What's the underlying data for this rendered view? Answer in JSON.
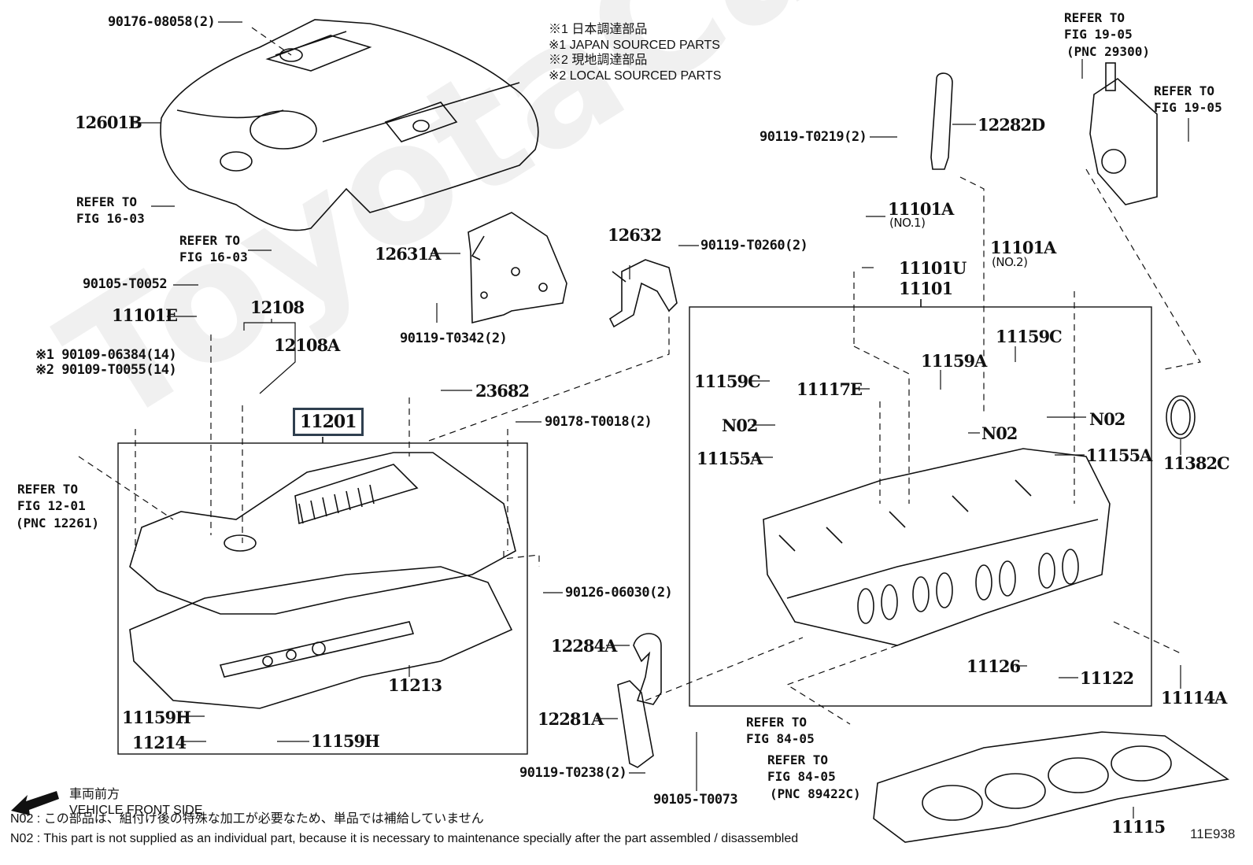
{
  "watermark": "ToyotaCarMine.ru",
  "legend": {
    "line1": "※1  日本調達部品",
    "line2": "※1  JAPAN SOURCED PARTS",
    "line3": "※2  現地調達部品",
    "line4": "※2  LOCAL SOURCED PARTS"
  },
  "parts": {
    "p90176": "90176-08058(2)",
    "p12601B": "12601B",
    "p90105_T0052": "90105-T0052",
    "p11101E": "11101E",
    "p12108": "12108",
    "p12108A": "12108A",
    "p90109_1": "※1 90109-06384(14)",
    "p90109_2": "※2 90109-T0055(14)",
    "p12631A": "12631A",
    "p90119_T0342": "90119-T0342(2)",
    "p12632": "12632",
    "p90119_T0260": "90119-T0260(2)",
    "p23682": "23682",
    "p90178": "90178-T0018(2)",
    "p11201": "11201",
    "p90126": "90126-06030(2)",
    "p11213": "11213",
    "p11159H_a": "11159H",
    "p11214": "11214",
    "p11159H_b": "11159H",
    "p12284A": "12284A",
    "p12281A": "12281A",
    "p90119_T0238": "90119-T0238(2)",
    "p90105_T0073": "90105-T0073",
    "p90119_T0219": "90119-T0219(2)",
    "p12282D": "12282D",
    "p11101A_1": "11101A",
    "p11101A_1_sub": "(NO.1)",
    "p11101U": "11101U",
    "p11101": "11101",
    "p11101A_2": "11101A",
    "p11101A_2_sub": "(NO.2)",
    "p11159C_a": "11159C",
    "p11117E": "11117E",
    "p11159A": "11159A",
    "p11159C_b": "11159C",
    "pN02_a": "N02",
    "pN02_b": "N02",
    "pN02_c": "N02",
    "p11155A_a": "11155A",
    "p11155A_b": "11155A",
    "p11382C": "11382C",
    "p11126": "11126",
    "p11122": "11122",
    "p11114A": "11114A",
    "p11115": "11115"
  },
  "refers": {
    "r16_03_a": "REFER TO\nFIG 16-03",
    "r16_03_b": "REFER TO\nFIG 16-03",
    "r12_01": "REFER TO\nFIG 12-01",
    "r12_01_pnc": "(PNC 12261)",
    "r19_05_a": "REFER TO\nFIG 19-05",
    "r19_05_a_pnc": "(PNC 29300)",
    "r19_05_b": "REFER TO\nFIG 19-05",
    "r84_05_a": "REFER TO\nFIG 84-05",
    "r84_05_b": "REFER TO\nFIG 84-05",
    "r84_05_b_pnc": "(PNC 89422C)"
  },
  "front": {
    "jp": "車両前方",
    "en": "VEHICLE FRONT SIDE"
  },
  "footnotes": {
    "jp": "N02 : この部品は、組付け後の特殊な加工が必要なため、単品では補給していません",
    "en": "N02 : This part is not supplied as an individual part, because it is necessary to maintenance specially after the part assembled / disassembled"
  },
  "figure_code": "11E938"
}
